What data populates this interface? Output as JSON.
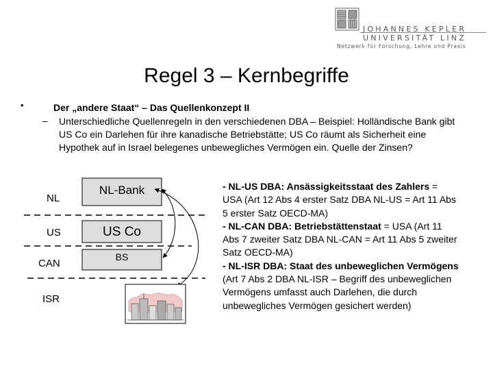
{
  "logo": {
    "line1": "JOHANNES KEPLER",
    "line2": "UNIVERSITÄT LINZ",
    "line3": "Netzwerk für Forschung, Lehre und Praxis"
  },
  "title": "Regel 3 – Kernbegriffe",
  "bullet": {
    "marker": "•",
    "heading": "Der „andere Staat“ – Das Quellenkonzept II",
    "sub_marker": "–",
    "sub_text": "Unterschiedliche Quellenregeln in den verschiedenen DBA – Beispiel: Holländische Bank gibt US Co ein Darlehen für ihre kanadische Betriebstätte; US Co räumt als Sicherheit eine Hypothek auf in Israel belegenes unbewegliches Vermögen ein. Quelle der Zinsen?"
  },
  "diagram": {
    "countries": [
      "NL",
      "US",
      "CAN",
      "ISR"
    ],
    "boxes": {
      "nl_bank": "NL-Bank",
      "us_co": "US Co",
      "bs": "BS"
    }
  },
  "right": {
    "p1_bold": "- NL-US DBA: Ansässigkeitsstaat des Zahlers",
    "p1_rest": " = USA (Art 12 Abs 4 erster Satz DBA NL-US = Art 11 Abs 5 erster Satz OECD-MA)",
    "p2_bold": "- NL-CAN DBA: Betriebstättenstaat",
    "p2_rest": " = USA (Art 11 Abs 7 zweiter Satz DBA NL-CAN = Art 11 Abs 5 zweiter Satz OECD-MA)",
    "p3_bold": "- NL-ISR DBA: Staat des unbeweglichen Vermögens",
    "p3_rest": " (Art 7 Abs 2 DBA NL-ISR – Begriff des unbeweglichen Vermögens umfasst auch Darlehen, die durch unbewegliches Vermögen gesichert werden)"
  }
}
